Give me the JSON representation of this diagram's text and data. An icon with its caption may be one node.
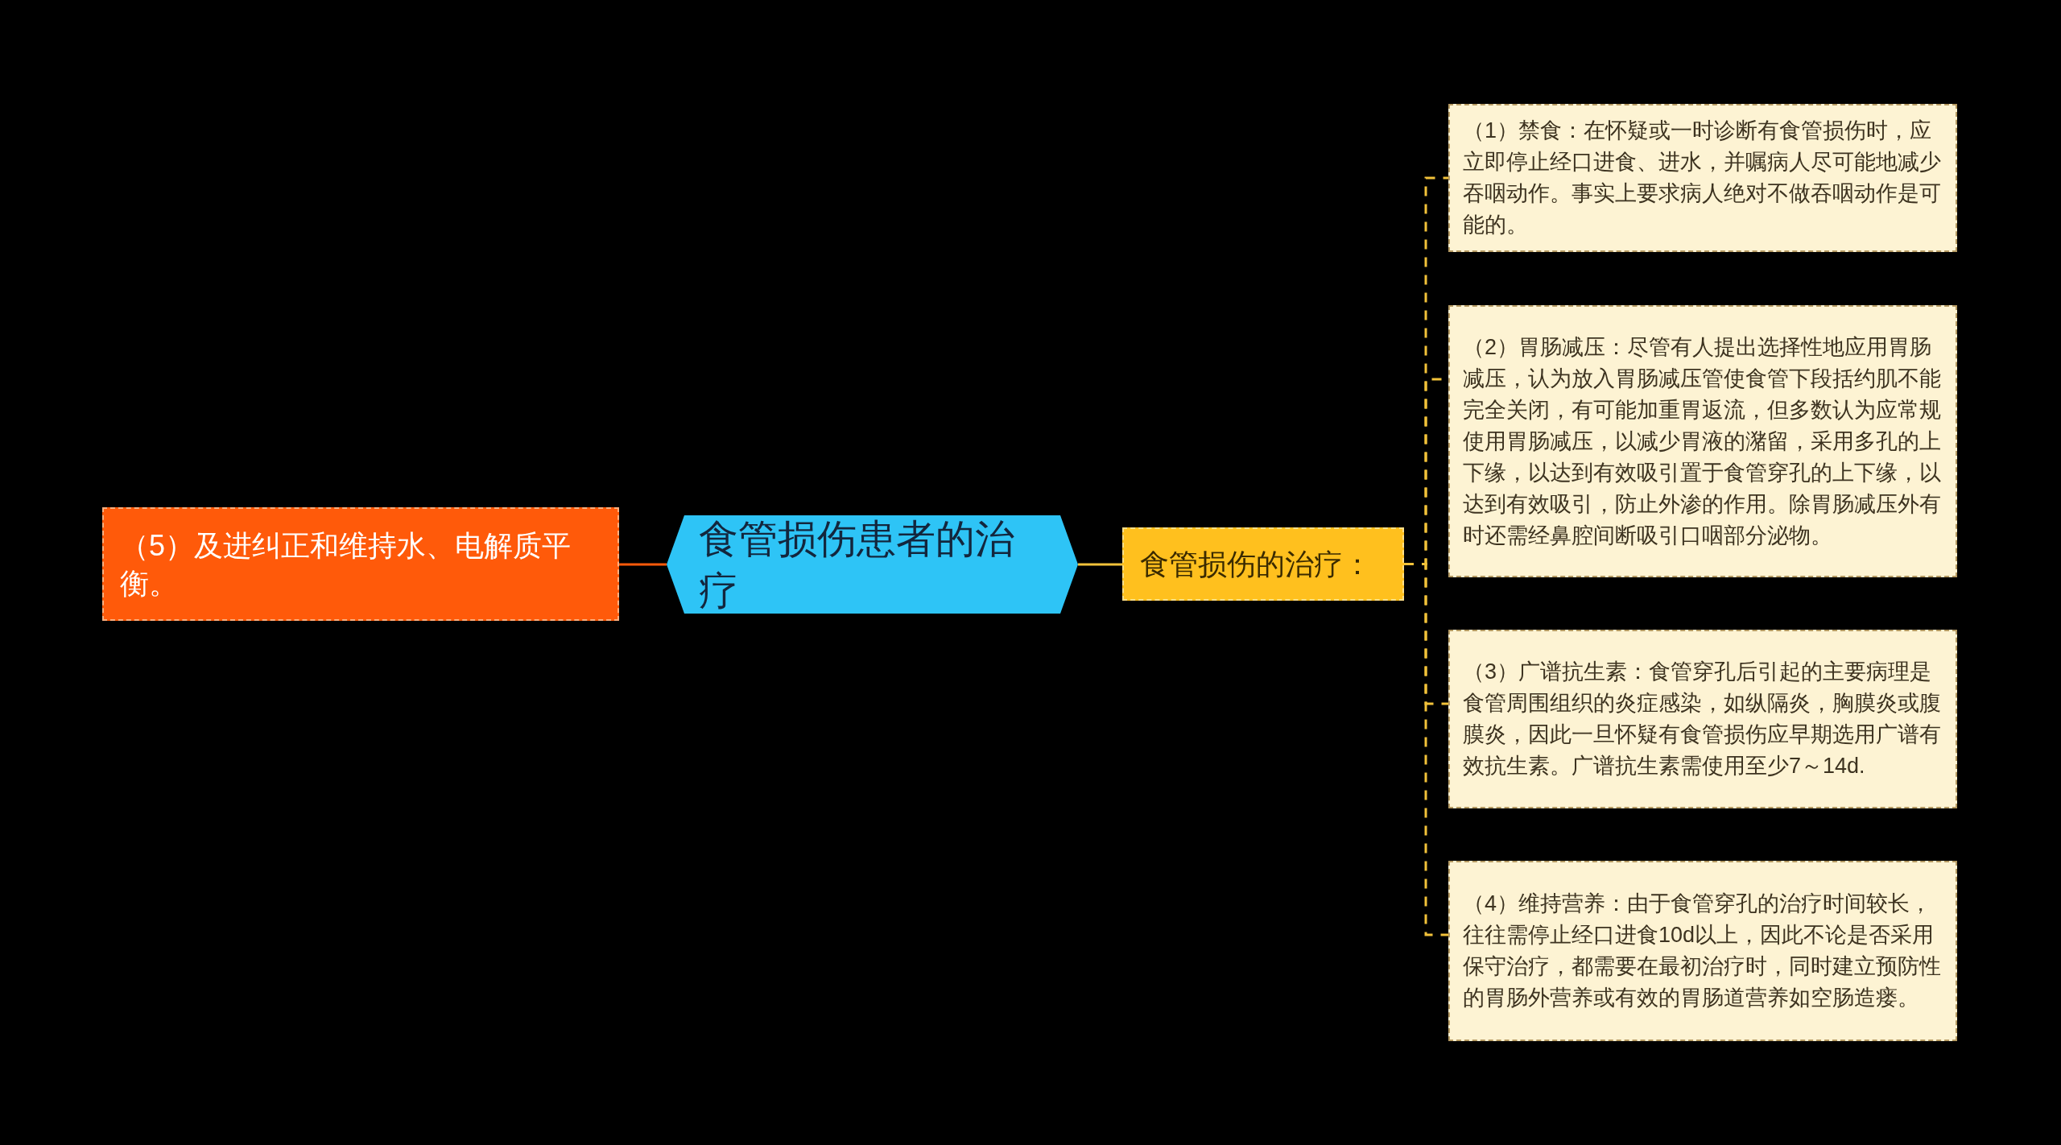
{
  "diagram": {
    "nodes": [
      {
        "text": [
          "食管损伤患者的治疗"
        ]
      },
      {
        "text": [
          "（5）及进纠正和维持水、电解质平衡。"
        ]
      },
      {
        "text": [
          "食管损伤的治疗："
        ]
      },
      {
        "text": [
          "（1）禁食：在怀疑或一时诊断有食管损伤时，应立即停止经口进食、进水，并嘱病人尽可能地减少吞咽动作。事实上要求病人绝对不做吞咽动作是可能的。"
        ]
      },
      {
        "text": [
          "（2）胃肠减压：尽管有人提出选择性地应用胃肠减压，认为放入胃肠减压管使食管下段括约肌不能完全关闭，有可能加重胃返流，但多数认为应常规使用胃肠减压，以减少胃液的潴留，采用多孔的上下缘，以达到有效吸引置于食管穿孔的上下缘，以达到有效吸引，防止外渗的作用。除胃肠减压外有时还需经鼻腔间断吸引口咽部分泌物。"
        ]
      },
      {
        "text": [
          "（3）广谱抗生素：食管穿孔后引起的主要病理是食管周围组织的炎症感染，如纵隔炎，胸膜炎或腹膜炎，因此一旦怀疑有食管损伤应早期选用广谱有效抗生素。广谱抗生素需使用至少7～14d."
        ]
      },
      {
        "text": [
          "（4）维持营养：由于食管穿孔的治疗时间较长，往往需停止经口进食10d以上，因此不论是否采用保守治疗，都需要在最初治疗时，同时建立预防性的胃肠外营养或有效的胃肠道营养如空肠造瘘。"
        ]
      }
    ],
    "edges": [
      {
        "from": 0,
        "to": 1,
        "arrow": "none",
        "color": "#ff5a0a"
      },
      {
        "from": 0,
        "to": 2,
        "arrow": "none"
      },
      {
        "from": 2,
        "to": 3,
        "arrow": "none",
        "style": "dashed"
      },
      {
        "from": 2,
        "to": 4,
        "arrow": "none",
        "style": "dashed"
      },
      {
        "from": 2,
        "to": 5,
        "arrow": "none",
        "style": "dashed"
      },
      {
        "from": 2,
        "to": 6,
        "arrow": "none",
        "style": "dashed"
      }
    ]
  }
}
